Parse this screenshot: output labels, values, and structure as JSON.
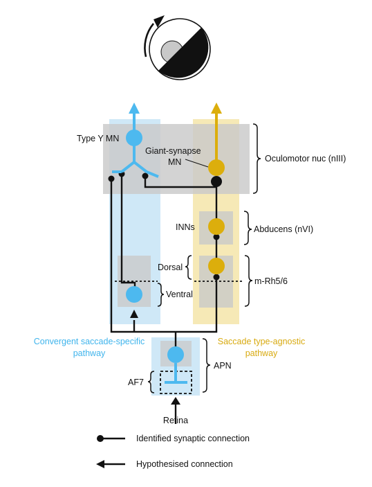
{
  "labels": {
    "type_y_mn": "Type Y MN",
    "giant_synapse_line1": "Giant-synapse",
    "giant_synapse_line2": "MN",
    "oculomotor": "Oculomotor nuc (nIII)",
    "inns": "INNs",
    "abducens": "Abducens (nVI)",
    "dorsal": "Dorsal",
    "ventral": "Ventral",
    "mrh": "m-Rh5/6",
    "convergent_line1": "Convergent saccade-specific",
    "convergent_line2": "pathway",
    "agnostic_line1": "Saccade type-agnostic",
    "agnostic_line2": "pathway",
    "apn": "APN",
    "af7": "AF7",
    "retina": "Retina"
  },
  "legend": {
    "synaptic": "Identified synaptic connection",
    "hypothesised": "Hypothesised connection"
  },
  "colors": {
    "blue_neuron": "#4db9ef",
    "blue_region": "#cfe8f7",
    "gold_neuron": "#dcae0c",
    "gold_region": "#f6e9b6",
    "gray_region": "#cfcfcf",
    "line": "#111111"
  }
}
